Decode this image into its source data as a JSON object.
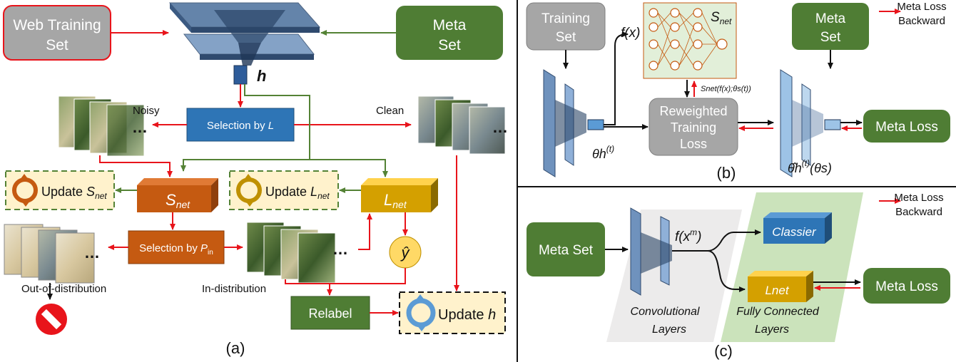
{
  "panel_a": {
    "web_training_set": [
      "Web Training",
      "Set"
    ],
    "meta_set": [
      "Meta",
      "Set"
    ],
    "h": "h",
    "noisy": "Noisy",
    "clean": "Clean",
    "selection_by_l": "Selection by ",
    "selection_by_l_var": "L",
    "update_snet": "Update ",
    "update_lnet": "Update ",
    "s_net": "S",
    "l_net": "L",
    "net_sub": "net",
    "selection_by_pin": "Selection by ",
    "pin_var": "P",
    "pin_sub": "in",
    "ellipsis": "…",
    "y_hat": "ŷ",
    "out_of_distribution": "Out-of-distribution",
    "in_distribution": "In-distribution",
    "relabel": "Relabel",
    "update_h": "Update ",
    "update_h_var": "h",
    "label": "(a)"
  },
  "panel_b": {
    "training_set": [
      "Training",
      "Set"
    ],
    "meta_set": [
      "Meta",
      "Set"
    ],
    "fx": "f(x)",
    "snet": "S",
    "snet_sub": "net",
    "snet_out": "S",
    "snet_out_tail": "net(f(x);θs(t))",
    "reweighted_loss": [
      "Reweighted",
      "Training",
      "Loss"
    ],
    "theta_h": "θh",
    "theta_sup": "(t)",
    "theta_hat": "θ̂h",
    "theta_hat_tail": "(θs)",
    "meta_loss": "Meta Loss",
    "legend": [
      "Meta Loss",
      "Backward"
    ],
    "label": "(b)"
  },
  "panel_c": {
    "meta_set": "Meta Set",
    "fxm": "f(x",
    "fxm_sup": "m",
    "fxm_close": ")",
    "classifier": "Classier",
    "lnet": "Lnet",
    "meta_loss": "Meta Loss",
    "conv_layers": [
      "Convolutional",
      "Layers"
    ],
    "fc_layers": [
      "Fully Connected",
      "Layers"
    ],
    "legend": [
      "Meta Loss",
      "Backward"
    ],
    "label": "(c)"
  },
  "colors": {
    "red": "#e8141b",
    "green": "#548235",
    "green_box": "#4f7d34",
    "gray": "#a6a6a6",
    "blue_box": "#2e75b6",
    "orange": "#c55a11",
    "gold": "#bf9000",
    "pale": "#fff2cc",
    "light_green_bg": "#e2efd9"
  }
}
